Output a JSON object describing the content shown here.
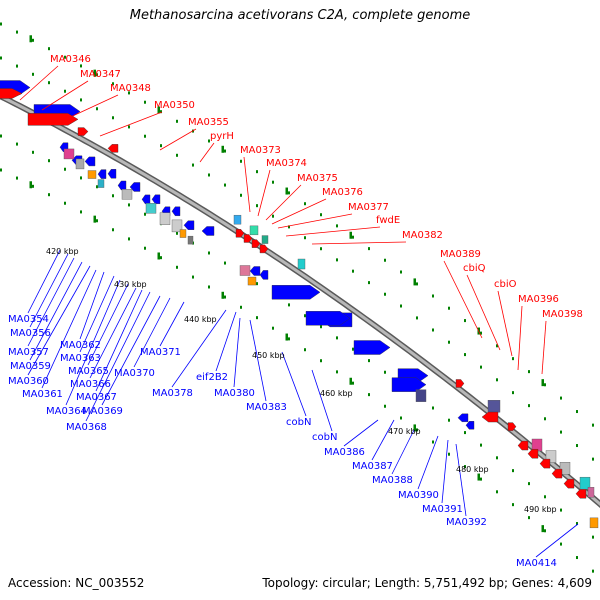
{
  "title": "Methanosarcina acetivorans C2A, complete genome",
  "footer": {
    "accession": "Accession: NC_003552",
    "topology": "Topology: circular; Length: 5,751,492 bp; Genes: 4,609"
  },
  "colors": {
    "forward": "#ff0000",
    "reverse": "#0000ff",
    "backbone": "#888888",
    "tick": "#008000"
  },
  "kbp_labels": [
    "420 kbp",
    "430 kbp",
    "440 kbp",
    "450 kbp",
    "460 kbp",
    "470 kbp",
    "480 kbp",
    "490 kbp"
  ],
  "forward_genes": [
    "MA0346",
    "MA0347",
    "MA0348",
    "MA0350",
    "MA0355",
    "pyrH",
    "MA0373",
    "MA0374",
    "MA0375",
    "MA0376",
    "MA0377",
    "fwdE",
    "MA0382",
    "MA0389",
    "cbiQ",
    "cbiO",
    "MA0396",
    "MA0398"
  ],
  "reverse_genes": [
    "MA0354",
    "MA0356",
    "MA0357",
    "MA0359",
    "MA0360",
    "MA0361",
    "MA0362",
    "MA0363",
    "MA0364",
    "MA0365",
    "MA0366",
    "MA0367",
    "MA0368",
    "MA0369",
    "MA0370",
    "MA0371",
    "MA0378",
    "eif2B2",
    "MA0380",
    "MA0383",
    "cobN",
    "cobN",
    "MA0386",
    "MA0387",
    "MA0388",
    "MA0390",
    "MA0391",
    "MA0392",
    "MA0414"
  ]
}
